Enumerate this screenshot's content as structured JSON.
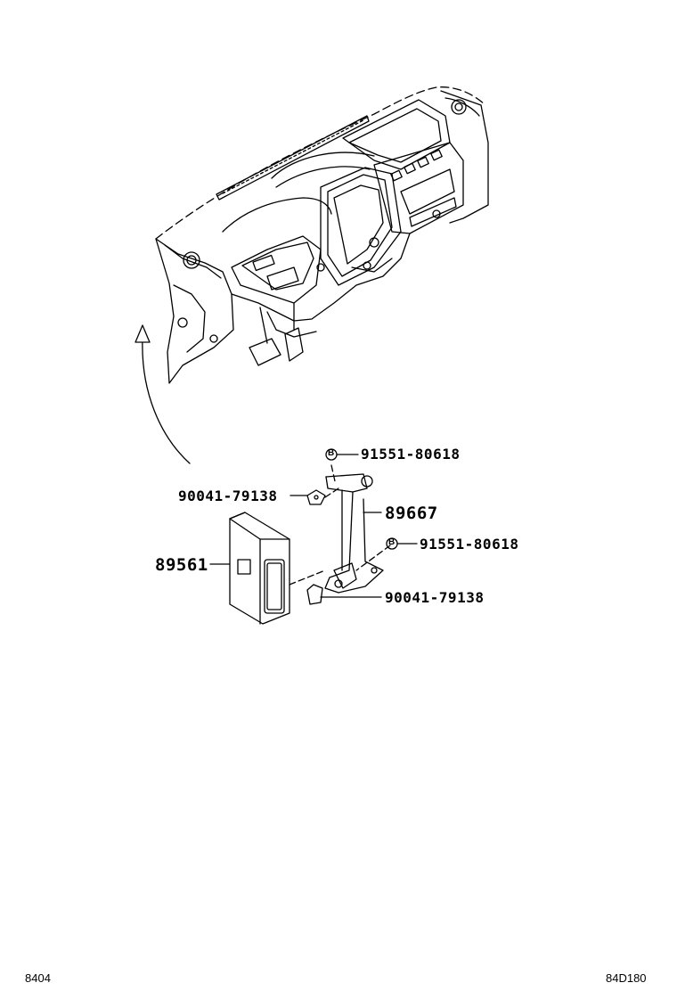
{
  "callouts": {
    "bolt_top": "91551-80618",
    "nut_left": "90041-79138",
    "bracket": "89667",
    "bolt_right": "91551-80618",
    "ecu": "89561",
    "nut_bottom": "90041-79138"
  },
  "footer": {
    "left_code": "8404",
    "right_code": "84D180"
  },
  "icons": {
    "bolt_symbol": "B"
  }
}
